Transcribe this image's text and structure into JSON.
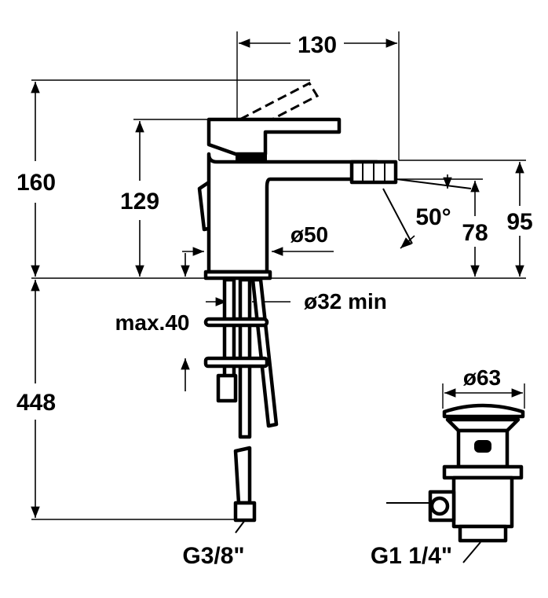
{
  "dimensions": {
    "spout_reach": "130",
    "total_height": "160",
    "lever_height": "129",
    "spout_outlet_height": "95",
    "jet_height": "78",
    "jet_angle": "50°",
    "base_diameter": "ø50",
    "hole_diameter": "ø32 min",
    "max_deck_thickness": "max.40",
    "hose_length": "448",
    "connection_thread": "G3/8\"",
    "waste_diameter": "ø63",
    "waste_thread": "G1 1/4\""
  },
  "colors": {
    "line": "#000000",
    "background": "#ffffff"
  }
}
